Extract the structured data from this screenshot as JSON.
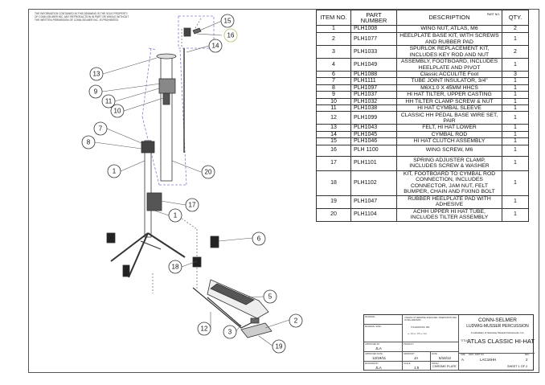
{
  "notice": "THE INFORMATION CONTAINED IN THIS DRAWING IS THE SOLE PROPERTY OF CONN-SELMER INC. ANY REPRODUCTION IN PART OR WHOLE WITHOUT THE WRITTEN PERMISSION OF CONN-SELMER INC. IS PROHIBITED.",
  "bom": {
    "headers": {
      "item": "ITEM NO.",
      "part": "PART NUMBER",
      "desc": "DESCRIPTION",
      "desc_tag": "PART NO.",
      "qty": "QTY."
    },
    "rows": [
      {
        "item": "1",
        "part": "PLH1008",
        "desc": "WING NUT, ATLAS, M6",
        "qty": "2"
      },
      {
        "item": "2",
        "part": "PLH1077",
        "desc": "HEELPLATE BASE KIT, WITH SCREWS AND RUBBER PAD",
        "qty": "1"
      },
      {
        "item": "3",
        "part": "PLH1033",
        "desc": "SPURLOK REPLACEMENT KIT, INCLUDES KEY ROD AND NUT",
        "qty": "2"
      },
      {
        "item": "4",
        "part": "PLH1049",
        "desc": "ASSEMBLY, FOOTBOARD, INCLUDES HEELPLATE AND PIVOT",
        "qty": "1"
      },
      {
        "item": "6",
        "part": "PLH1088",
        "desc": "Classic ACCULITE Foot",
        "qty": "3"
      },
      {
        "item": "7",
        "part": "PLH1111",
        "desc": "TUBE JOINT INSULATOR, 3/4\"",
        "qty": "1"
      },
      {
        "item": "8",
        "part": "PLH1097",
        "desc": "M6X1.0 X 45MM HHCS",
        "qty": "1"
      },
      {
        "item": "9",
        "part": "PLH1037",
        "desc": "HI HAT TILTER, UPPER CASTING",
        "qty": "1"
      },
      {
        "item": "10",
        "part": "PLH1032",
        "desc": "HH TILTER CLAMP SCREW & NUT",
        "qty": "1"
      },
      {
        "item": "11",
        "part": "PLH1038",
        "desc": "HI HAT CYMBAL SLEEVE",
        "qty": "1"
      },
      {
        "item": "12",
        "part": "PLH1099",
        "desc": "CLASSIC HH PEDAL BASE WIRE SET, PAIR",
        "qty": "1"
      },
      {
        "item": "13",
        "part": "PLH1043",
        "desc": "FELT, HI HAT LOWER",
        "qty": "1"
      },
      {
        "item": "14",
        "part": "PLH1045",
        "desc": "CYMBAL ROD",
        "qty": "1"
      },
      {
        "item": "15",
        "part": "PLH1046",
        "desc": "HI HAT CLUTCH ASSEMBLY",
        "qty": "1"
      },
      {
        "item": "16",
        "part": "PLH 1100",
        "desc": "WING SCREW, M6",
        "qty": "1"
      },
      {
        "item": "17",
        "part": "PLH1101",
        "desc": "SPRING ADJUSTER CLAMP, INCLUDES SCREW & WASHER",
        "qty": "1"
      },
      {
        "item": "18",
        "part": "PLH1102",
        "desc": "KIT, FOOTBOARD TO CYMBAL ROD CONNECTION, INCLUDES CONNECTOR, JAM NUT, FELT BUMPER, CHAIN AND FIXING BOLT",
        "qty": "1"
      },
      {
        "item": "19",
        "part": "PLH1047",
        "desc": "RUBBER HEELPLATE PAD WITH ADHESIVE",
        "qty": "1"
      },
      {
        "item": "20",
        "part": "PLH1104",
        "desc": "ACHH UPPER HI HAT TUBE, INCLUDES TILTER ASSEMBLY",
        "qty": "1"
      }
    ]
  },
  "callouts": [
    "15",
    "16",
    "14",
    "13",
    "9",
    "11",
    "10",
    "7",
    "8",
    "1",
    "20",
    "17",
    "1",
    "6",
    "18",
    "5",
    "2",
    "3",
    "12",
    "19"
  ],
  "title_block": {
    "material": "MATERIAL",
    "material_spec": "MATERIAL SPEC",
    "tolerance_note": "UNLESS OTHERWISE SPECIFIED: DIMENSIONS ARE IN MILLIMETERS",
    "tolerances": "TOLERANCES: MM",
    "tol_values": "+/- 0.2   +/- 0.5   +/- 1/2",
    "approved_by_label": "APPROVED BY",
    "approved_by": "JLA",
    "approved_date_label": "APPROVED DATE",
    "approved_date": "12/19/11",
    "modified_by_label": "MODIFIED BY",
    "modified_by": "JLA",
    "drawn_by_label": "DRAWN BY",
    "drawn_by": "JA",
    "date_label": "DATE",
    "date": "5/16/12",
    "scale_label": "SCALE",
    "scale": "1:5",
    "finish_label": "FINISH",
    "finish": "CHROME PLATE",
    "product_label": "PRODUCT",
    "company": "CONN-SELMER",
    "division": "LUDWIG-MUSSER PERCUSSION",
    "company_note": "A subsidiary of Steinway Musical Instruments, Inc.",
    "title_label": "TITLE",
    "title": "ATLAS CLASSIC HI-HAT",
    "size_label": "SIZE",
    "size": "A",
    "part_no_label": "DWG. PART NO.",
    "part_no": "LAC16HH",
    "rev_label": "REV",
    "rev": "2",
    "sheet": "SHEET 1 OF 2"
  }
}
